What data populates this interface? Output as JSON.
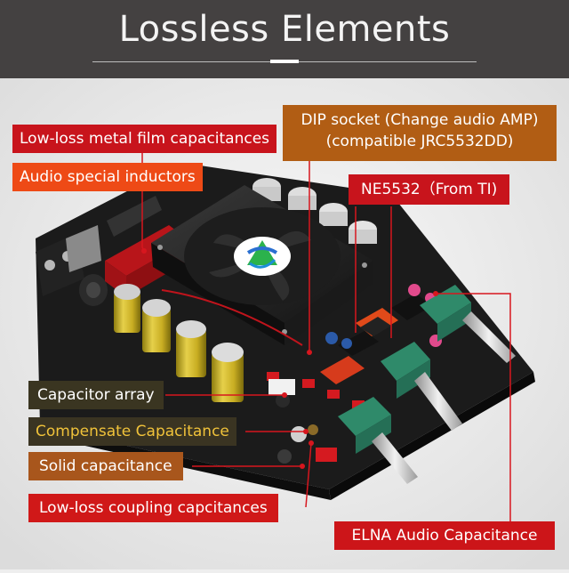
{
  "header": {
    "title": "Lossless Elements"
  },
  "labels": {
    "metal_film": "Low-loss metal film capacitances",
    "inductors": "Audio special inductors",
    "dip_line1": "DIP socket (Change audio AMP)",
    "dip_line2": "(compatible JRC5532DD)",
    "ne5532": "NE5532（From TI)",
    "capacitor_array": "Capacitor array",
    "compensate": "Compensate Capacitance",
    "solid": "Solid capacitance",
    "coupling": "Low-loss coupling capcitances",
    "elna": "ELNA Audio Capacitance"
  },
  "board": {
    "fan_logo": "triangle-swirl-logo"
  },
  "colors": {
    "header_bg": "#444141",
    "red_label": "#c8141c",
    "orange_label": "#ee4a16",
    "brown_label": "#b15d14",
    "dark_label": "#3a3521",
    "gold_text": "#f0c23a",
    "pcb": "#1f1f1f",
    "capacitor_yellow": "#d8c02a"
  }
}
